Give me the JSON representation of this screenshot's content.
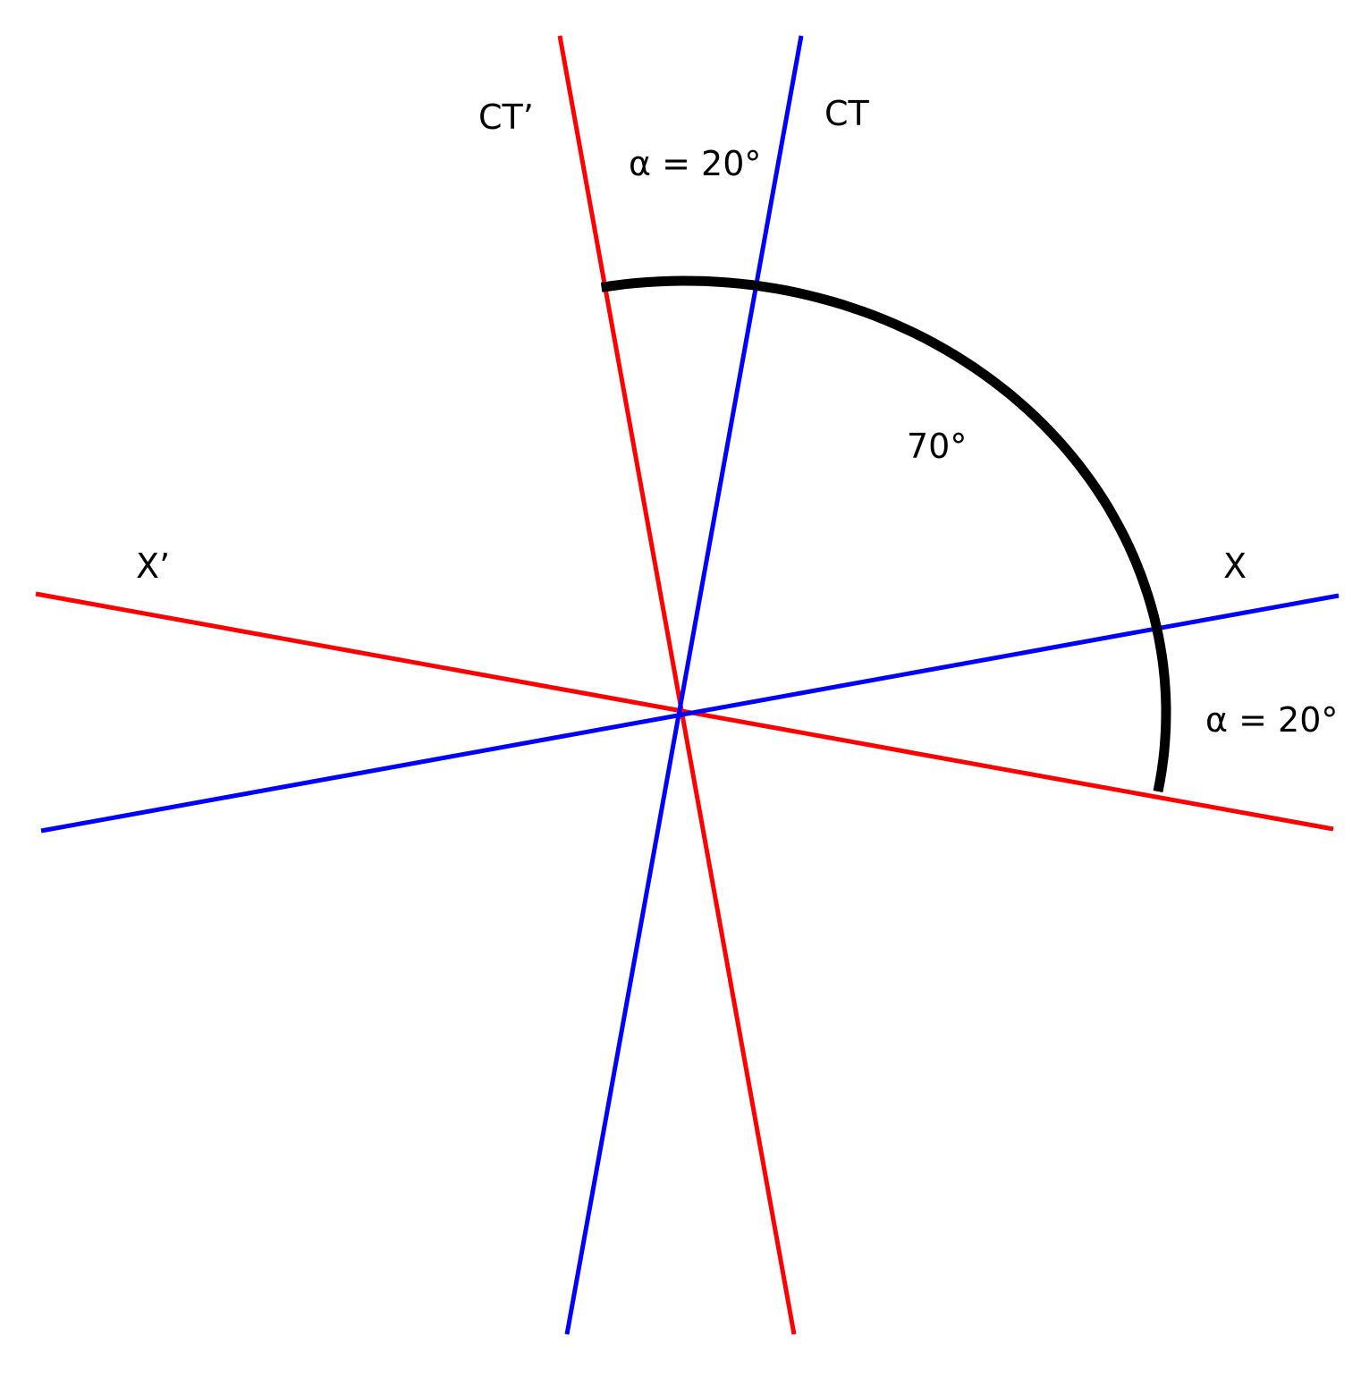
{
  "colors": {
    "primed_axes": "#ff0000",
    "unprimed_axes": "#0000ff",
    "arc": "#000000",
    "text": "#000000"
  },
  "labels": {
    "ct_prime": "CT’",
    "ct": "CT",
    "x_prime": "X’",
    "x": "X",
    "alpha_top": "α = 20°",
    "arc_angle": "70°",
    "alpha_right": "α = 20°"
  },
  "angles": {
    "alpha_deg": 20,
    "arc_deg": 70
  }
}
